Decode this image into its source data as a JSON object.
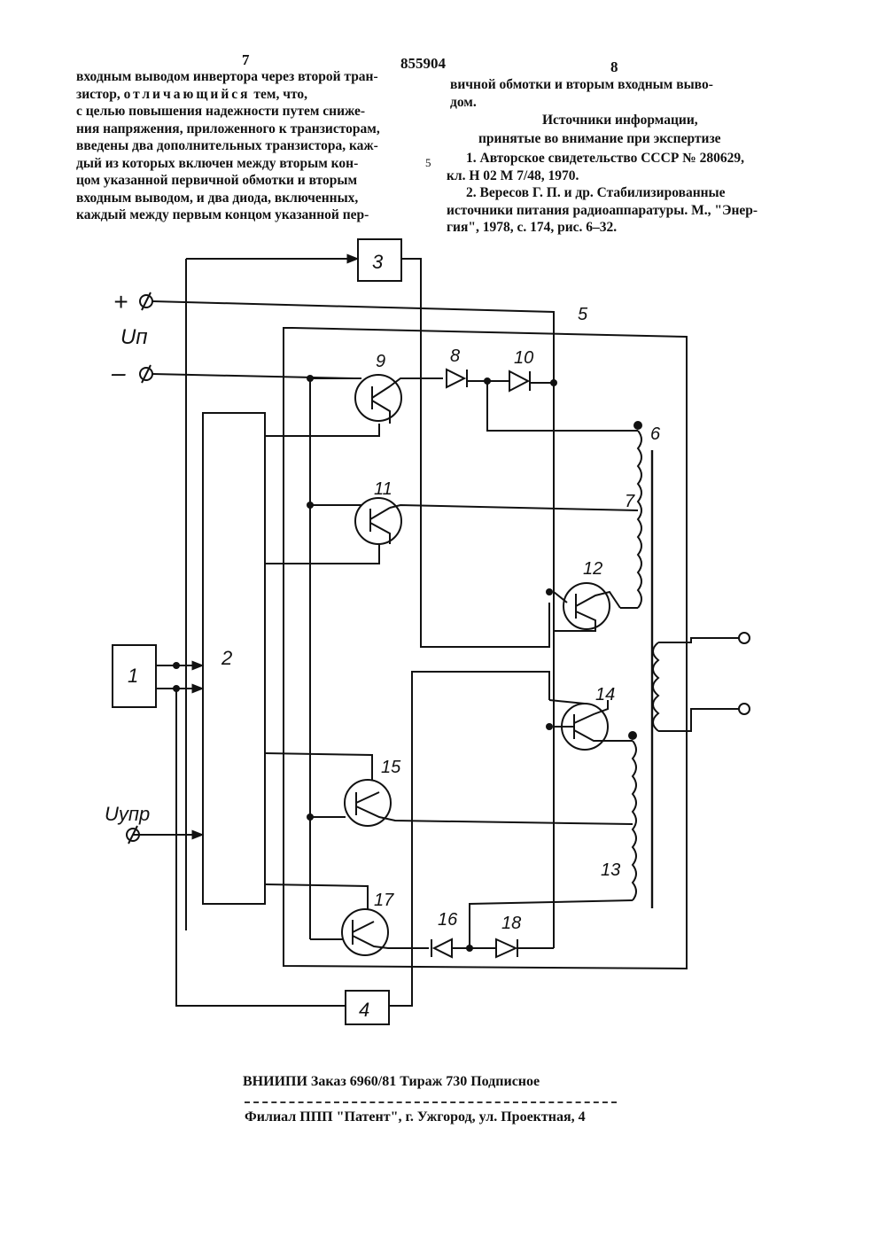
{
  "header": {
    "page_left": "7",
    "patent_number": "855904",
    "page_right": "8",
    "margin_line": "5"
  },
  "left_column": {
    "lines": [
      "входным выводом инвертора через второй тран-",
      "зистор, ",
      "тем, что,",
      "с целью повышения надежности путем сниже-",
      "ния напряжения, приложенного к транзисторам,",
      "введены два дополнительных транзистора, каж-",
      "дый из которых включен между вторым кон-",
      "цом указанной первичной обмотки и вторым",
      "входным выводом, и два диода, включенных,",
      "каждый между первым концом указанной пер-"
    ],
    "spaced_word": "отличающийся"
  },
  "right_column": {
    "lines": [
      "вичной обмотки и вторым входным выво-",
      "дом."
    ],
    "sources_title_1": "Источники информации,",
    "sources_title_2": "принятые во внимание при экспертизе",
    "refs": [
      "1. Авторское свидетельство СССР № 280629,",
      "кл. Н 02 М 7/48, 1970.",
      "2. Вересов Г. П. и др. Стабилизированные",
      "источники питания радиоаппаратуры. М., \"Энер-",
      "гия\", 1978, с. 174, рис. 6–32."
    ]
  },
  "schematic": {
    "labels": {
      "plus": "+",
      "supply": "Uп",
      "minus": "–",
      "control": "Uупр",
      "b1": "1",
      "b2": "2",
      "b3": "3",
      "b4": "4",
      "n5": "5",
      "n6": "6",
      "n7": "7",
      "n8": "8",
      "n9": "9",
      "n10": "10",
      "n11": "11",
      "n12": "12",
      "n13": "13",
      "n14": "14",
      "n15": "15",
      "n16": "16",
      "n17": "17",
      "n18": "18"
    }
  },
  "footer": {
    "line1": "ВНИИПИ     Заказ 6960/81   Тираж 730   Подписное",
    "line2": "Филиал ППП \"Патент\", г. Ужгород, ул. Проектная, 4"
  }
}
